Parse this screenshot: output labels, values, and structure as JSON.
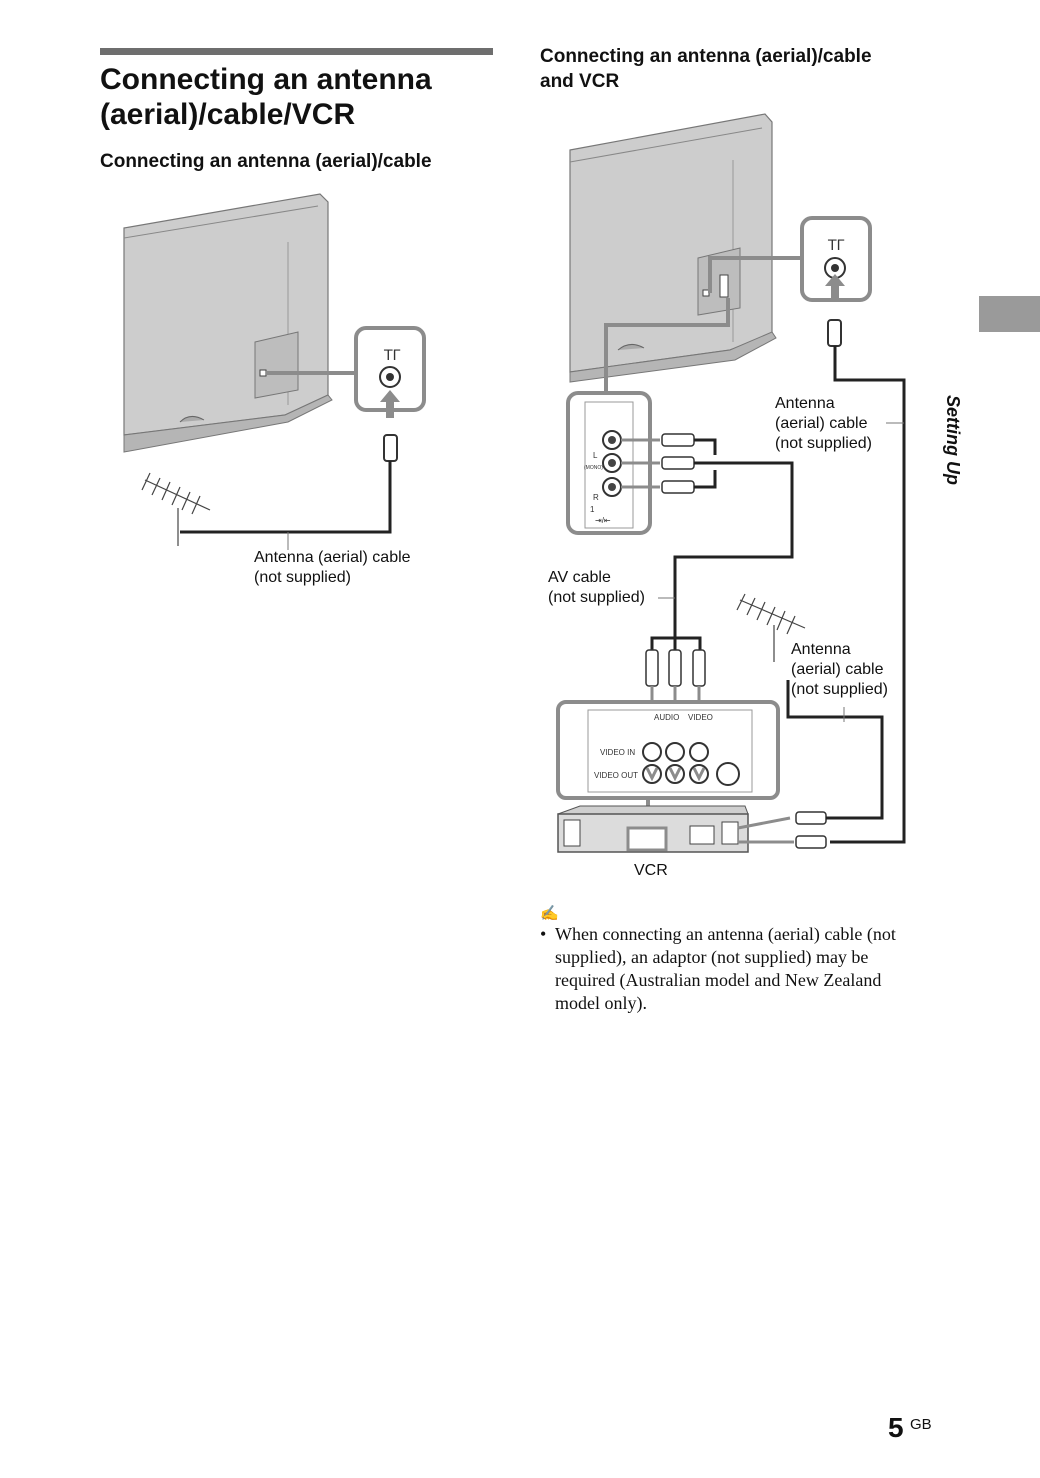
{
  "page": {
    "title_line1": "Connecting an antenna",
    "title_line2": "(aerial)/cable/VCR",
    "section_left": "Connecting an antenna (aerial)/cable",
    "section_right_line1": "Connecting an antenna (aerial)/cable",
    "section_right_line2": "and VCR",
    "side_tab": "Setting Up"
  },
  "diagram_left": {
    "cable_label_line1": "Antenna (aerial) cable",
    "cable_label_line2": "(not supplied)"
  },
  "diagram_right": {
    "antenna_label_top": [
      "Antenna",
      "(aerial) cable",
      "(not supplied)"
    ],
    "av_label": [
      "AV cable",
      "(not supplied)"
    ],
    "antenna_label_bottom": [
      "Antenna",
      "(aerial) cable",
      "(not supplied)"
    ],
    "vcr_label": "VCR",
    "panel_audio": "AUDIO",
    "panel_video": "VIDEO",
    "panel_video_in": "VIDEO IN",
    "panel_video_out": "VIDEO OUT",
    "input_L": "L",
    "input_R": "R",
    "input_mono": "(MONO)",
    "input_num": "1"
  },
  "note": {
    "icon": "pencil-note-icon",
    "bullet": "•",
    "text": "When connecting an antenna (aerial) cable (not supplied), an adaptor (not supplied) may be required (Australian model and New Zealand model only)."
  },
  "footer": {
    "page_number": "5",
    "page_suffix": "GB"
  }
}
